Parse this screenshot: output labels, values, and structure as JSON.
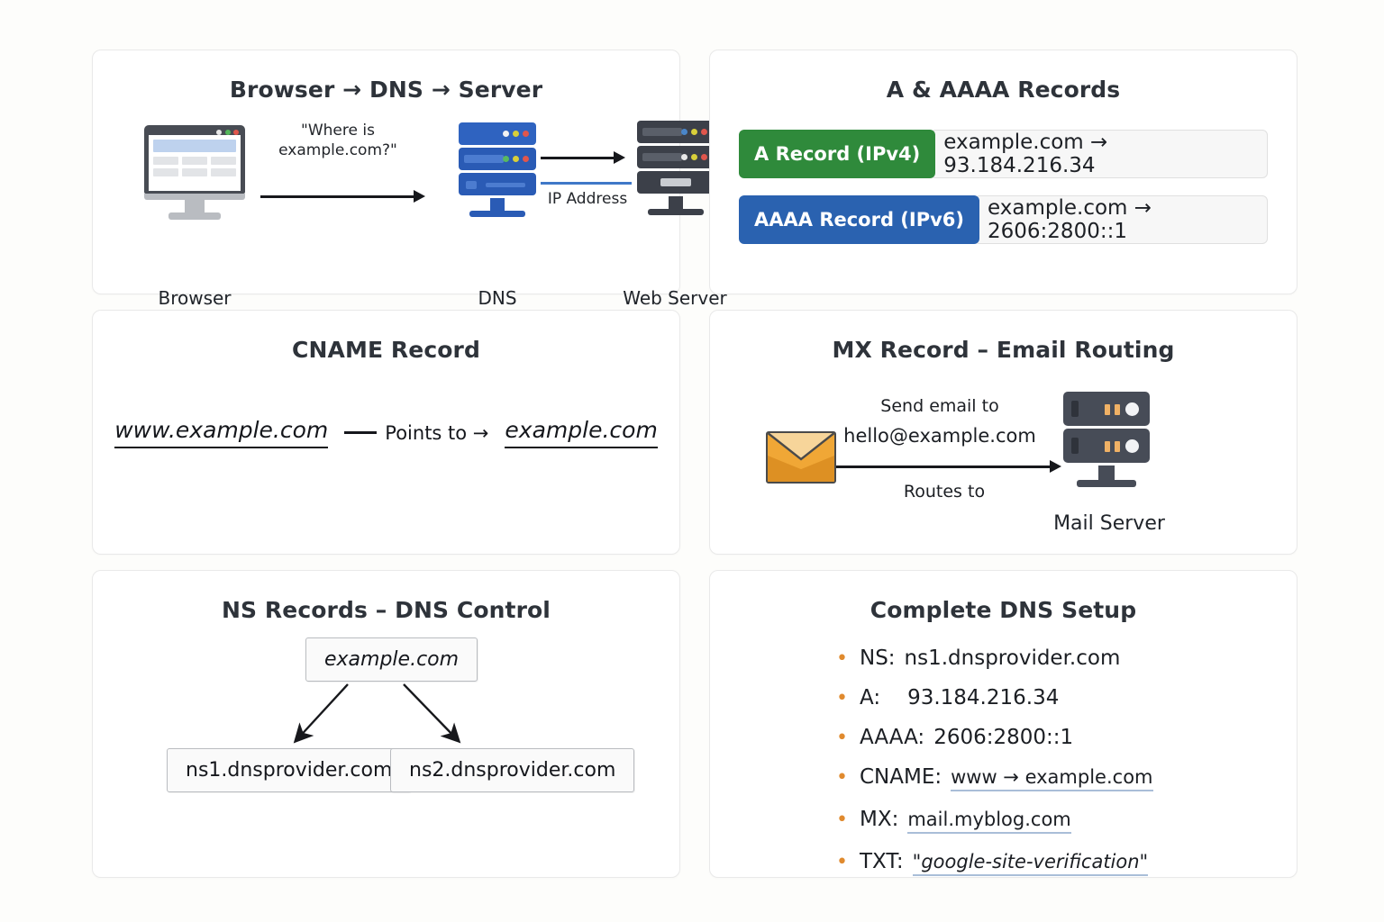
{
  "panels": {
    "flow": {
      "title": "Browser → DNS → Server",
      "query_label": "\"Where is\nexample.com?\"",
      "query_line1": "\"Where is",
      "query_line2": "example.com?\"",
      "response_label": "IP Address",
      "browser_caption": "Browser",
      "dns_caption": "DNS",
      "server_caption": "Web Server",
      "icons": {
        "browser": "monitor-browser-icon",
        "dns": "dns-server-icon",
        "server": "web-server-icon",
        "arrow1": "arrow-right-icon",
        "arrow2": "arrow-right-icon"
      }
    },
    "records": {
      "title": "A & AAAA Records",
      "rows": [
        {
          "badge": "A Record (IPv4)",
          "value": "example.com → 93.184.216.34",
          "color": "#2f8a3b"
        },
        {
          "badge": "AAAA Record (IPv6)",
          "value": "example.com → 2606:2800::1",
          "color": "#2a62b0"
        }
      ]
    },
    "cname": {
      "title": "CNAME Record",
      "source": "www.example.com",
      "connector": "Points to →",
      "target": "example.com"
    },
    "mx": {
      "title": "MX Record – Email Routing",
      "send_line1": "Send email to",
      "send_line2": "hello@example.com",
      "routes_label": "Routes to",
      "server_caption": "Mail Server",
      "icons": {
        "envelope": "envelope-icon",
        "mail_server": "mail-server-icon",
        "arrow": "arrow-right-icon"
      }
    },
    "ns": {
      "title": "NS Records – DNS Control",
      "root": "example.com",
      "children": [
        "ns1.dnsprovider.com",
        "ns2.dnsprovider.com"
      ]
    },
    "setup": {
      "title": "Complete DNS Setup",
      "bullet_color": "#e08a2e",
      "items": [
        {
          "key": "NS:",
          "value": "ns1.dnsprovider.com",
          "style": "plain"
        },
        {
          "key": "A:",
          "value": "93.184.216.34",
          "style": "plain"
        },
        {
          "key": "AAAA:",
          "value": "2606:2800::1",
          "style": "plain"
        },
        {
          "key": "CNAME:",
          "value": "www → example.com",
          "style": "underline"
        },
        {
          "key": "MX:",
          "value": "mail.myblog.com",
          "style": "underline"
        },
        {
          "key": "TXT:",
          "value": "\"google-site-verification\"",
          "style": "underline-italic"
        }
      ]
    }
  }
}
